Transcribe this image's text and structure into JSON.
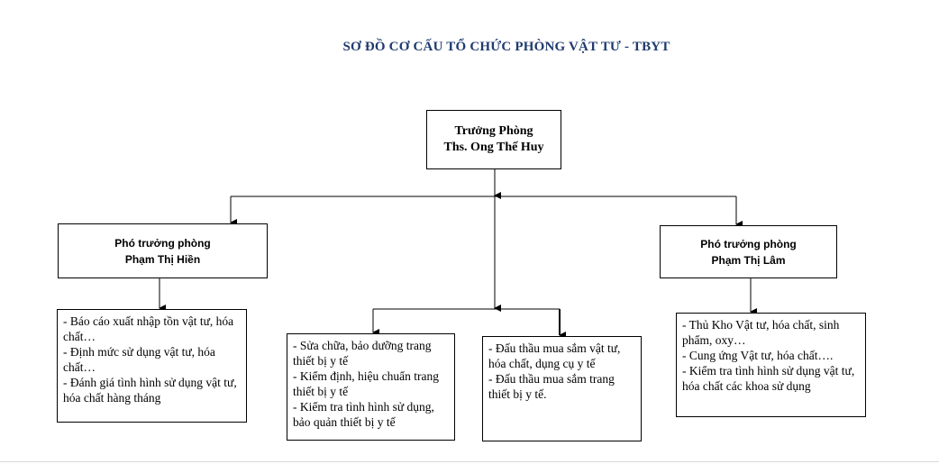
{
  "title": "SƠ ĐỒ CƠ CẤU TỔ CHỨC PHÒNG VẬT TƯ - TBYT",
  "head": {
    "role": "Trưởng Phòng",
    "name": "Ths. Ong Thế Huy"
  },
  "deputy_left": {
    "role": "Phó trưởng phòng",
    "name": "Phạm Thị Hiền",
    "duties": [
      "- Báo cáo xuất nhập tồn vật tư, hóa chất…",
      "- Định mức sử dụng vật tư, hóa chất…",
      "- Đánh giá tình hình sử dụng vật tư, hóa chất hàng tháng"
    ]
  },
  "deputy_right": {
    "role": "Phó trưởng phòng",
    "name": "Phạm Thị Lâm",
    "duties": [
      "- Thủ Kho Vật tư, hóa chất, sinh phẩm, oxy…",
      "- Cung ứng Vật tư, hóa chất….",
      "- Kiểm tra tình hình sử dụng vật tư, hóa chất các khoa sử dụng"
    ]
  },
  "center_left_duties": [
    "- Sửa chữa, bảo dưỡng trang thiết bị y tế",
    "- Kiểm định, hiệu chuẩn trang thiết bị y tế",
    "- Kiểm tra tình hình sử dụng, bảo quản thiết bị y tế"
  ],
  "center_right_duties": [
    "- Đấu thầu mua sắm vật tư, hóa chất, dụng cụ y tế",
    "- Đấu thầu mua sắm trang thiết bị y tế."
  ]
}
